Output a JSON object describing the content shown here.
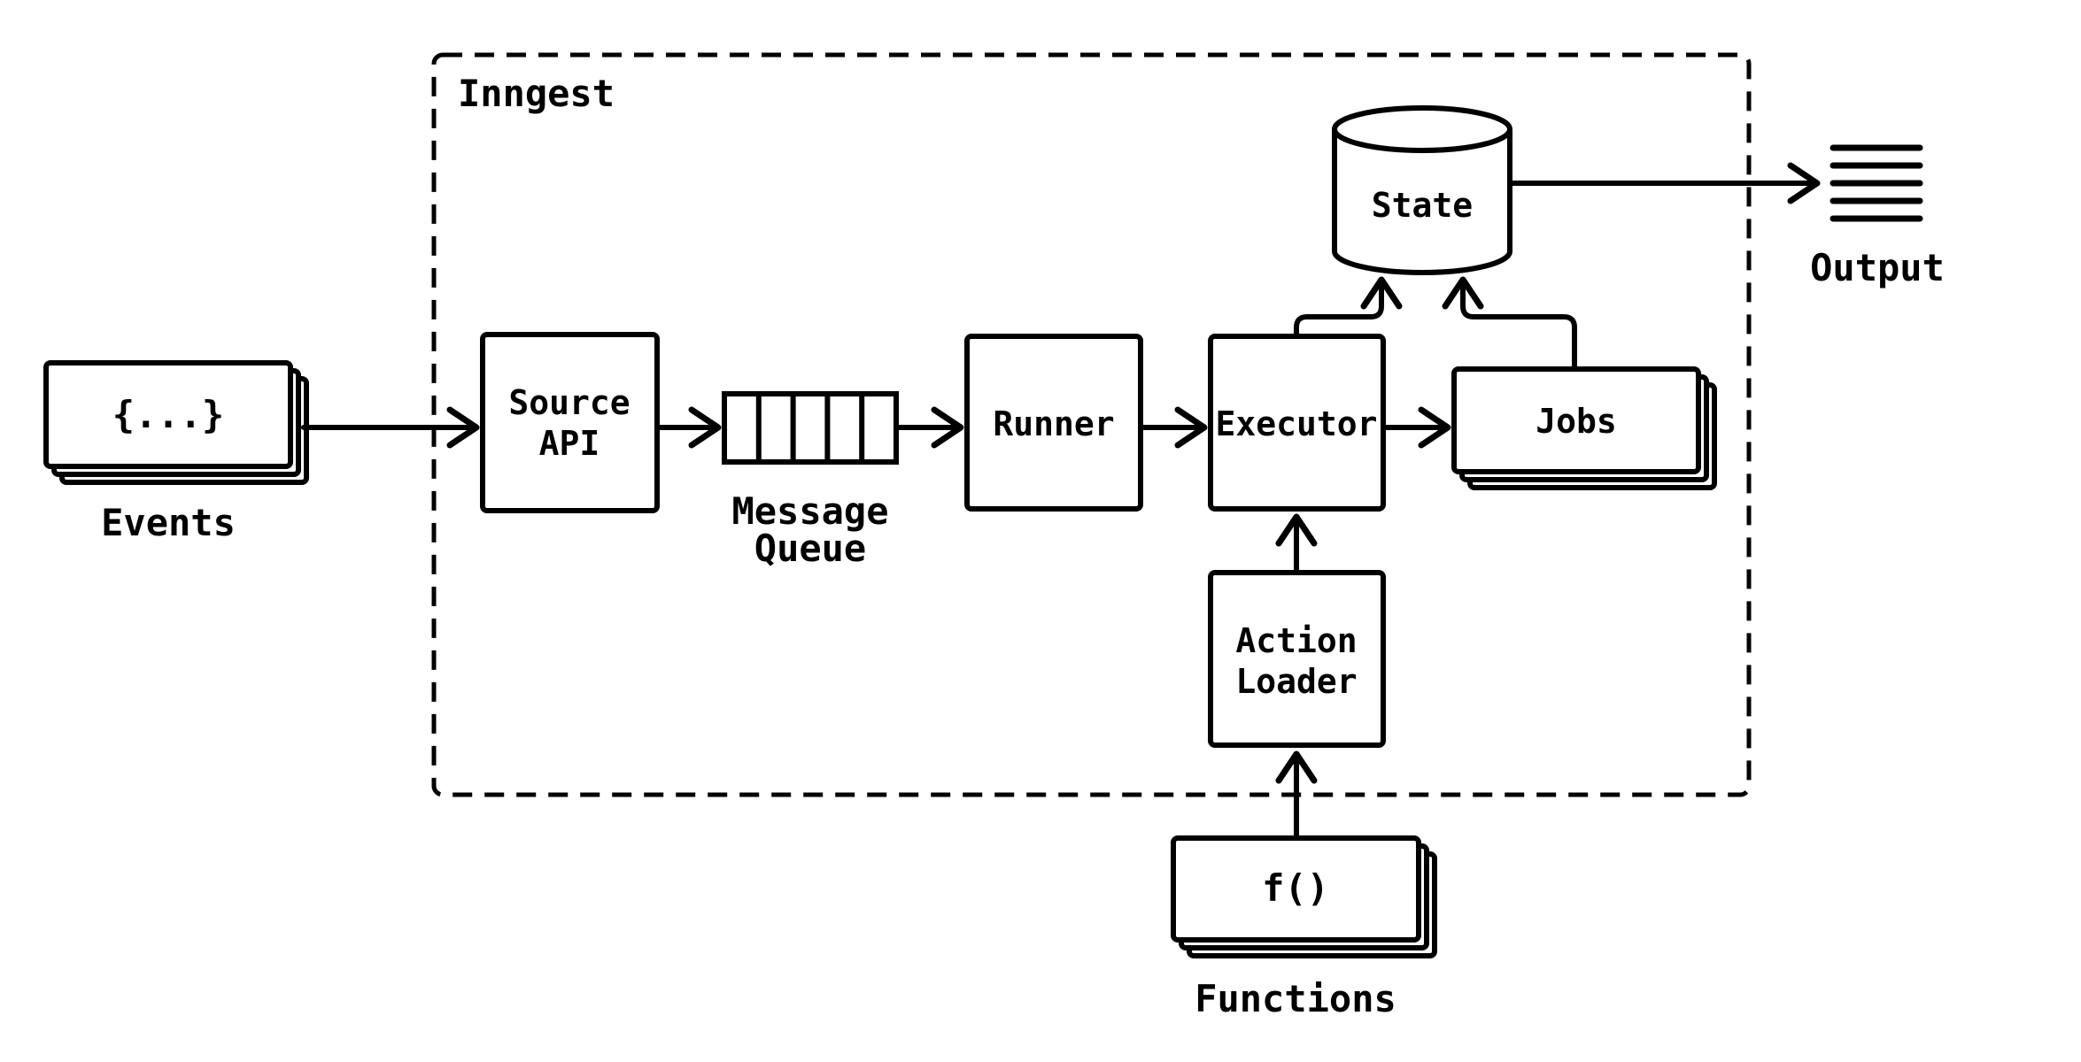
{
  "diagram": {
    "container_label": "Inngest",
    "colors": {
      "stroke": "#000000",
      "background": "#ffffff"
    },
    "nodes": {
      "events": {
        "symbol": "{...}",
        "caption": "Events",
        "shape": "stacked-rect"
      },
      "source_api": {
        "label_line1": "Source",
        "label_line2": "API",
        "shape": "rect"
      },
      "message_queue": {
        "caption_line1": "Message",
        "caption_line2": "Queue",
        "shape": "queue",
        "cells": 5
      },
      "runner": {
        "label": "Runner",
        "shape": "rect"
      },
      "executor": {
        "label": "Executor",
        "shape": "rect"
      },
      "jobs": {
        "label": "Jobs",
        "shape": "stacked-rect"
      },
      "state": {
        "label": "State",
        "shape": "cylinder"
      },
      "output": {
        "caption": "Output",
        "shape": "lines-icon"
      },
      "action_loader": {
        "label_line1": "Action",
        "label_line2": "Loader",
        "shape": "rect"
      },
      "functions": {
        "symbol": "f()",
        "caption": "Functions",
        "shape": "stacked-rect"
      }
    },
    "edges": [
      {
        "from": "events",
        "to": "source_api"
      },
      {
        "from": "source_api",
        "to": "message_queue"
      },
      {
        "from": "message_queue",
        "to": "runner"
      },
      {
        "from": "runner",
        "to": "executor"
      },
      {
        "from": "executor",
        "to": "jobs"
      },
      {
        "from": "executor",
        "to": "state"
      },
      {
        "from": "jobs",
        "to": "state"
      },
      {
        "from": "state",
        "to": "output"
      },
      {
        "from": "action_loader",
        "to": "executor"
      },
      {
        "from": "functions",
        "to": "action_loader"
      }
    ]
  }
}
